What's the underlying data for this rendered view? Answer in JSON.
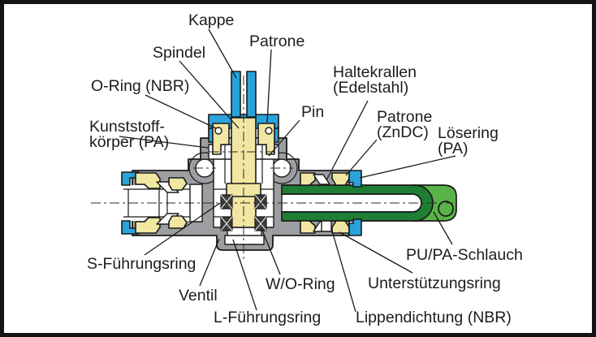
{
  "diagram": {
    "type": "technical-cross-section",
    "subject": "Drossel-/Steckverschraubung Schnittzeichnung",
    "labels": {
      "kappe": "Kappe",
      "spindel": "Spindel",
      "patrone_top": "Patrone",
      "oring": "O-Ring (NBR)",
      "kunststoffkoerper_line1": "Kunststoff-",
      "kunststoffkoerper_line2": "körper (PA)",
      "haltekrallen_line1": "Haltekrallen",
      "haltekrallen_line2": "(Edelstahl)",
      "pin": "Pin",
      "patrone_zndc_line1": "Patrone",
      "patrone_zndc_line2": "(ZnDC)",
      "loesering_line1": "Lösering",
      "loesering_line2": "(PA)",
      "pupa_schlauch": "PU/PA-Schlauch",
      "unterstuetzungsring": "Unterstützungsring",
      "lippendichtung": "Lippendichtung (NBR)",
      "s_fuehrungsring": "S-Führungsring",
      "ventil": "Ventil",
      "wo_ring": "W/O-Ring",
      "l_fuehrungsring": "L-Führungsring"
    },
    "colors": {
      "blue": "#29a3da",
      "yellow": "#f1e7a3",
      "gray": "#9c9ea1",
      "dark_green": "#1e7e33",
      "light_green": "#58b447",
      "seal_dark": "#3b3b38",
      "outline": "#1a1a1a",
      "frame": "#141414"
    }
  }
}
